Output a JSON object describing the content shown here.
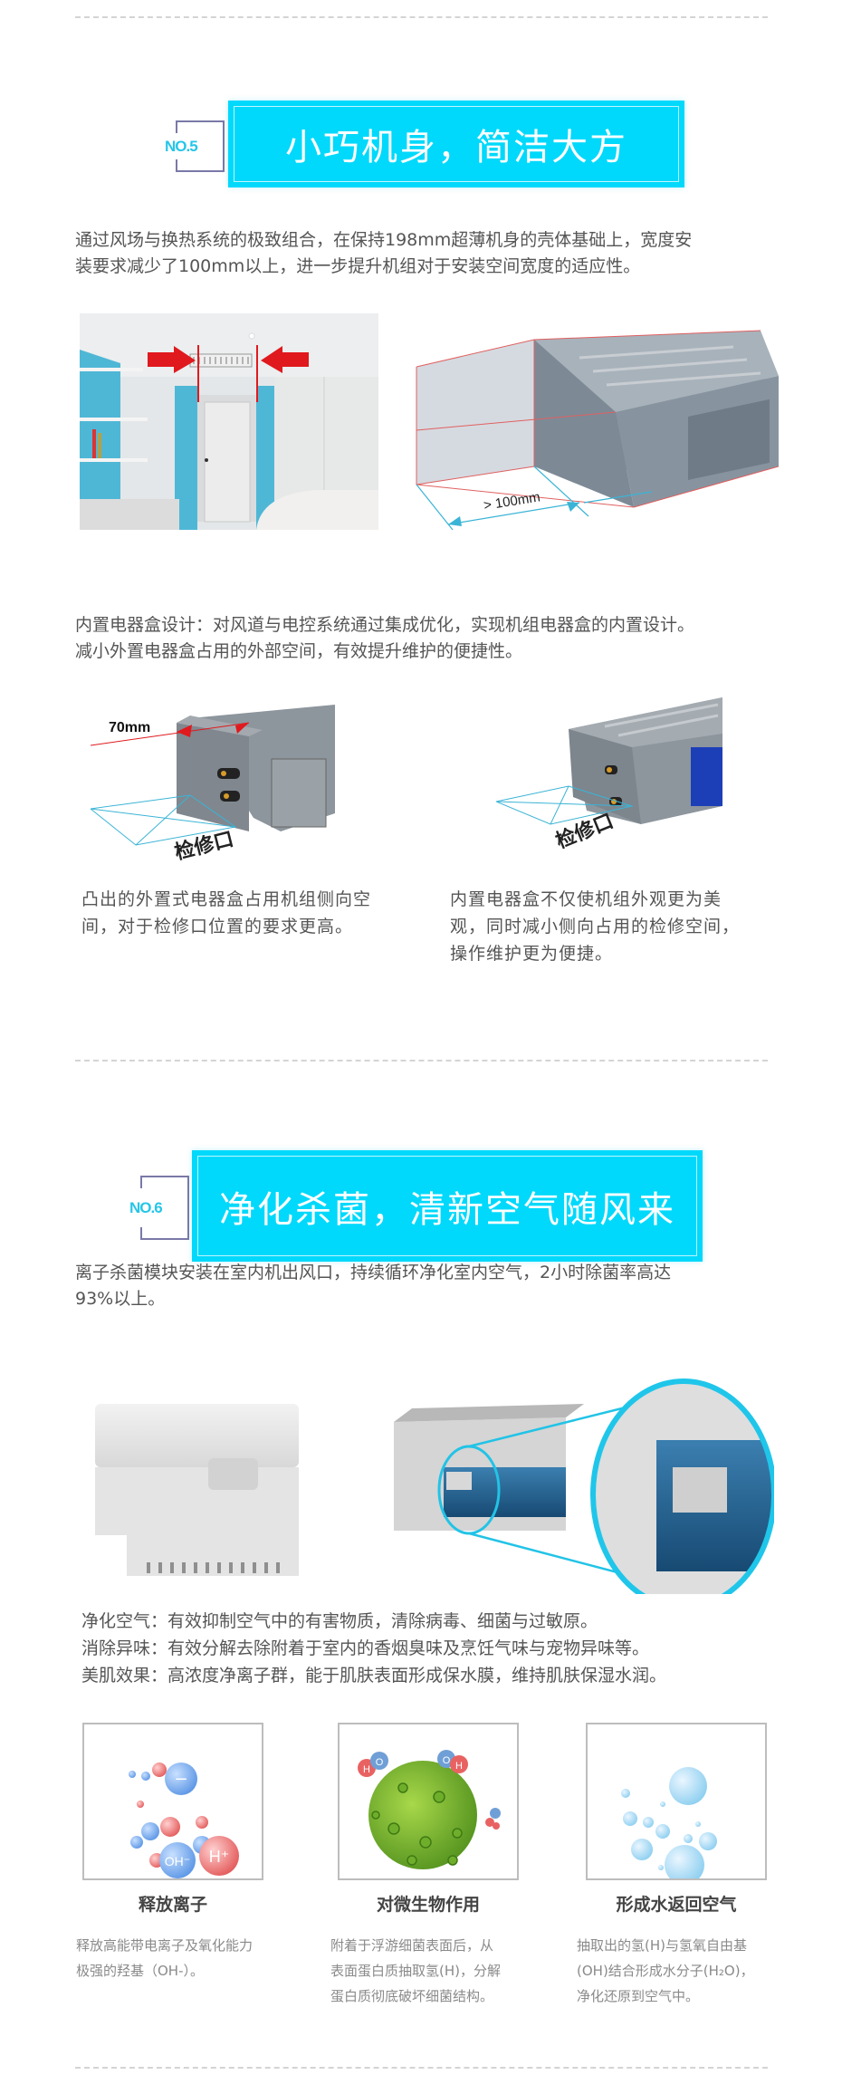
{
  "colors": {
    "accent_cyan": "#00D9FB",
    "badge_text": "#25C6E8",
    "badge_border": "#7A79A8",
    "body_text": "#555555",
    "muted_text": "#8A8A8A",
    "divider": "#D4D4D4",
    "arrow_red": "#E0191E",
    "dimension_blue": "#3AB4D6"
  },
  "section5": {
    "badge": "NO.5",
    "title": "小巧机身，简洁大方",
    "intro_lines": [
      "通过风场与换热系统的极致组合，在保持198mm超薄机身的壳体基础上，宽度安",
      "装要求减少了100mm以上，进一步提升机组对于安装空间宽度的适应性。"
    ],
    "diagram_label": "> 100mm",
    "electrical_box_lines": [
      "内置电器盒设计：对风道与电控系统通过集成优化，实现机组电器盒的内置设计。",
      "减小外置电器盒占用的外部空间，有效提升维护的便捷性。"
    ],
    "left_diagram": {
      "dimension_label": "70mm",
      "access_label": "检修口",
      "caption_lines": [
        "凸出的外置式电器盒占用机组侧向空",
        "间，对于检修口位置的要求更高。"
      ]
    },
    "right_diagram": {
      "access_label": "检修口",
      "caption_lines": [
        "内置电器盒不仅使机组外观更为美",
        "观，同时减小侧向占用的检修空间，",
        "操作维护更为便捷。"
      ]
    }
  },
  "section6": {
    "badge": "NO.6",
    "title": "净化杀菌，清新空气随风来",
    "intro_lines": [
      "离子杀菌模块安装在室内机出风口，持续循环净化室内空气，2小时除菌率高达",
      "93%以上。"
    ],
    "features": [
      "净化空气：有效抑制空气中的有害物质，清除病毒、细菌与过敏原。",
      "消除异味：有效分解去除附着于室内的香烟臭味及烹饪气味与宠物异味等。",
      "美肌效果：高浓度净离子群，能于肌肤表面形成保水膜，维持肌肤保湿水润。"
    ],
    "cards": [
      {
        "title": "释放离子",
        "desc_lines": [
          "释放高能带电离子及氧化能力",
          "极强的羟基（OH-）。"
        ],
        "icon": "ions-icon",
        "ion_labels": {
          "oh": "OH⁻",
          "h": "H⁺"
        }
      },
      {
        "title": "对微生物作用",
        "desc_lines": [
          "附着于浮游细菌表面后，从",
          "表面蛋白质抽取氢(H)，分解",
          "蛋白质彻底破坏细菌结构。"
        ],
        "icon": "bacteria-icon",
        "molecule_labels": [
          "H",
          "O",
          "O",
          "H"
        ]
      },
      {
        "title": "形成水返回空气",
        "desc_lines": [
          "抽取出的氢(H)与氢氧自由基",
          "(OH)结合形成水分子(H₂O)，",
          "净化还原到空气中。"
        ],
        "icon": "water-bubbles-icon"
      }
    ]
  }
}
